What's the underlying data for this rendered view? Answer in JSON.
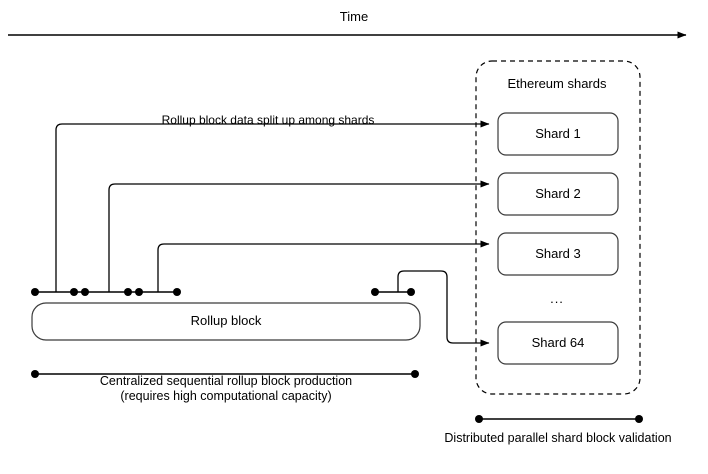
{
  "diagram": {
    "title_axis": "Time",
    "annotations": {
      "split_text": "Rollup block data split up among shards",
      "centralized_line1": "Centralized sequential rollup block production",
      "centralized_line2": "(requires high computational capacity)",
      "distributed_text": "Distributed parallel shard block validation",
      "ellipsis": "..."
    },
    "rollup": {
      "label": "Rollup block"
    },
    "shards_group": {
      "title": "Ethereum shards",
      "items": [
        {
          "label": "Shard 1"
        },
        {
          "label": "Shard 2"
        },
        {
          "label": "Shard 3"
        },
        {
          "label": "Shard 64"
        }
      ]
    },
    "colors": {
      "stroke": "#000000",
      "background": "#ffffff",
      "box_stroke": "#3b3b3b",
      "dashed_stroke": "#000000"
    }
  }
}
